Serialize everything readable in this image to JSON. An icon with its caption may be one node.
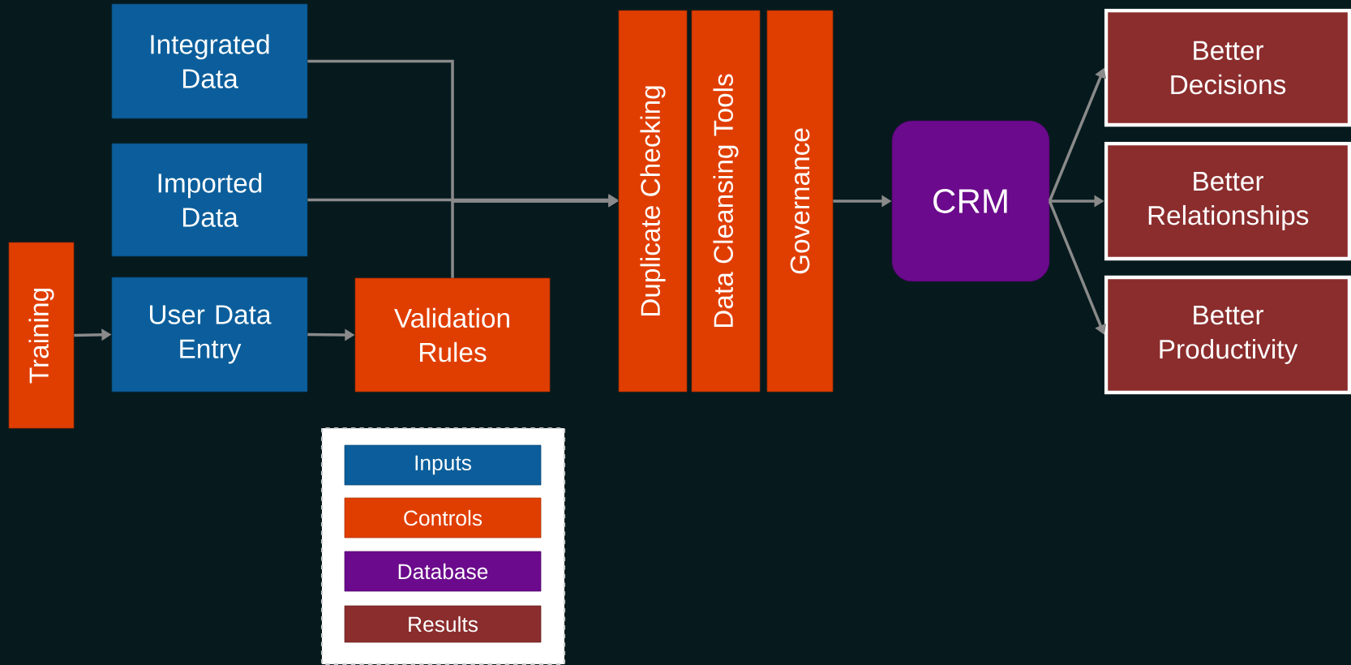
{
  "diagram": {
    "nodes": [
      {
        "text": [
          "Integrated Data"
        ]
      },
      {
        "text": [
          "Imported Data"
        ]
      },
      {
        "text": [
          "Training"
        ]
      },
      {
        "text": [
          "User Data Entry"
        ]
      },
      {
        "text": [
          "Validation Rules"
        ]
      },
      {
        "text": [
          "Duplicate Checking"
        ]
      },
      {
        "text": [
          "Data Cleansing Tools"
        ]
      },
      {
        "text": [
          "Governance"
        ]
      },
      {
        "text": [
          "CRM"
        ]
      },
      {
        "text": [
          "Better Decisions"
        ]
      },
      {
        "text": [
          "Better Relationships"
        ]
      },
      {
        "text": [
          "Better Productivity"
        ]
      }
    ],
    "edges": [
      {
        "from": 2,
        "to": 3,
        "arrow": "to"
      },
      {
        "from": 3,
        "to": 4,
        "arrow": "to"
      },
      {
        "from": 0,
        "to": 5,
        "arrow": "to"
      },
      {
        "from": 1,
        "to": 5,
        "arrow": "to"
      },
      {
        "from": 4,
        "to": 5,
        "arrow": "to"
      },
      {
        "from": 7,
        "to": 8,
        "arrow": "to"
      },
      {
        "from": 8,
        "to": 9,
        "arrow": "to"
      },
      {
        "from": 8,
        "to": 10,
        "arrow": "to"
      },
      {
        "from": 8,
        "to": 11,
        "arrow": "to"
      }
    ],
    "legend": [
      {
        "text": "Inputs",
        "color": "#0b5e9b"
      },
      {
        "text": "Controls",
        "color": "#e03e00"
      },
      {
        "text": "Database",
        "color": "#6b0a8c"
      },
      {
        "text": "Results",
        "color": "#8b2d2d"
      }
    ]
  }
}
